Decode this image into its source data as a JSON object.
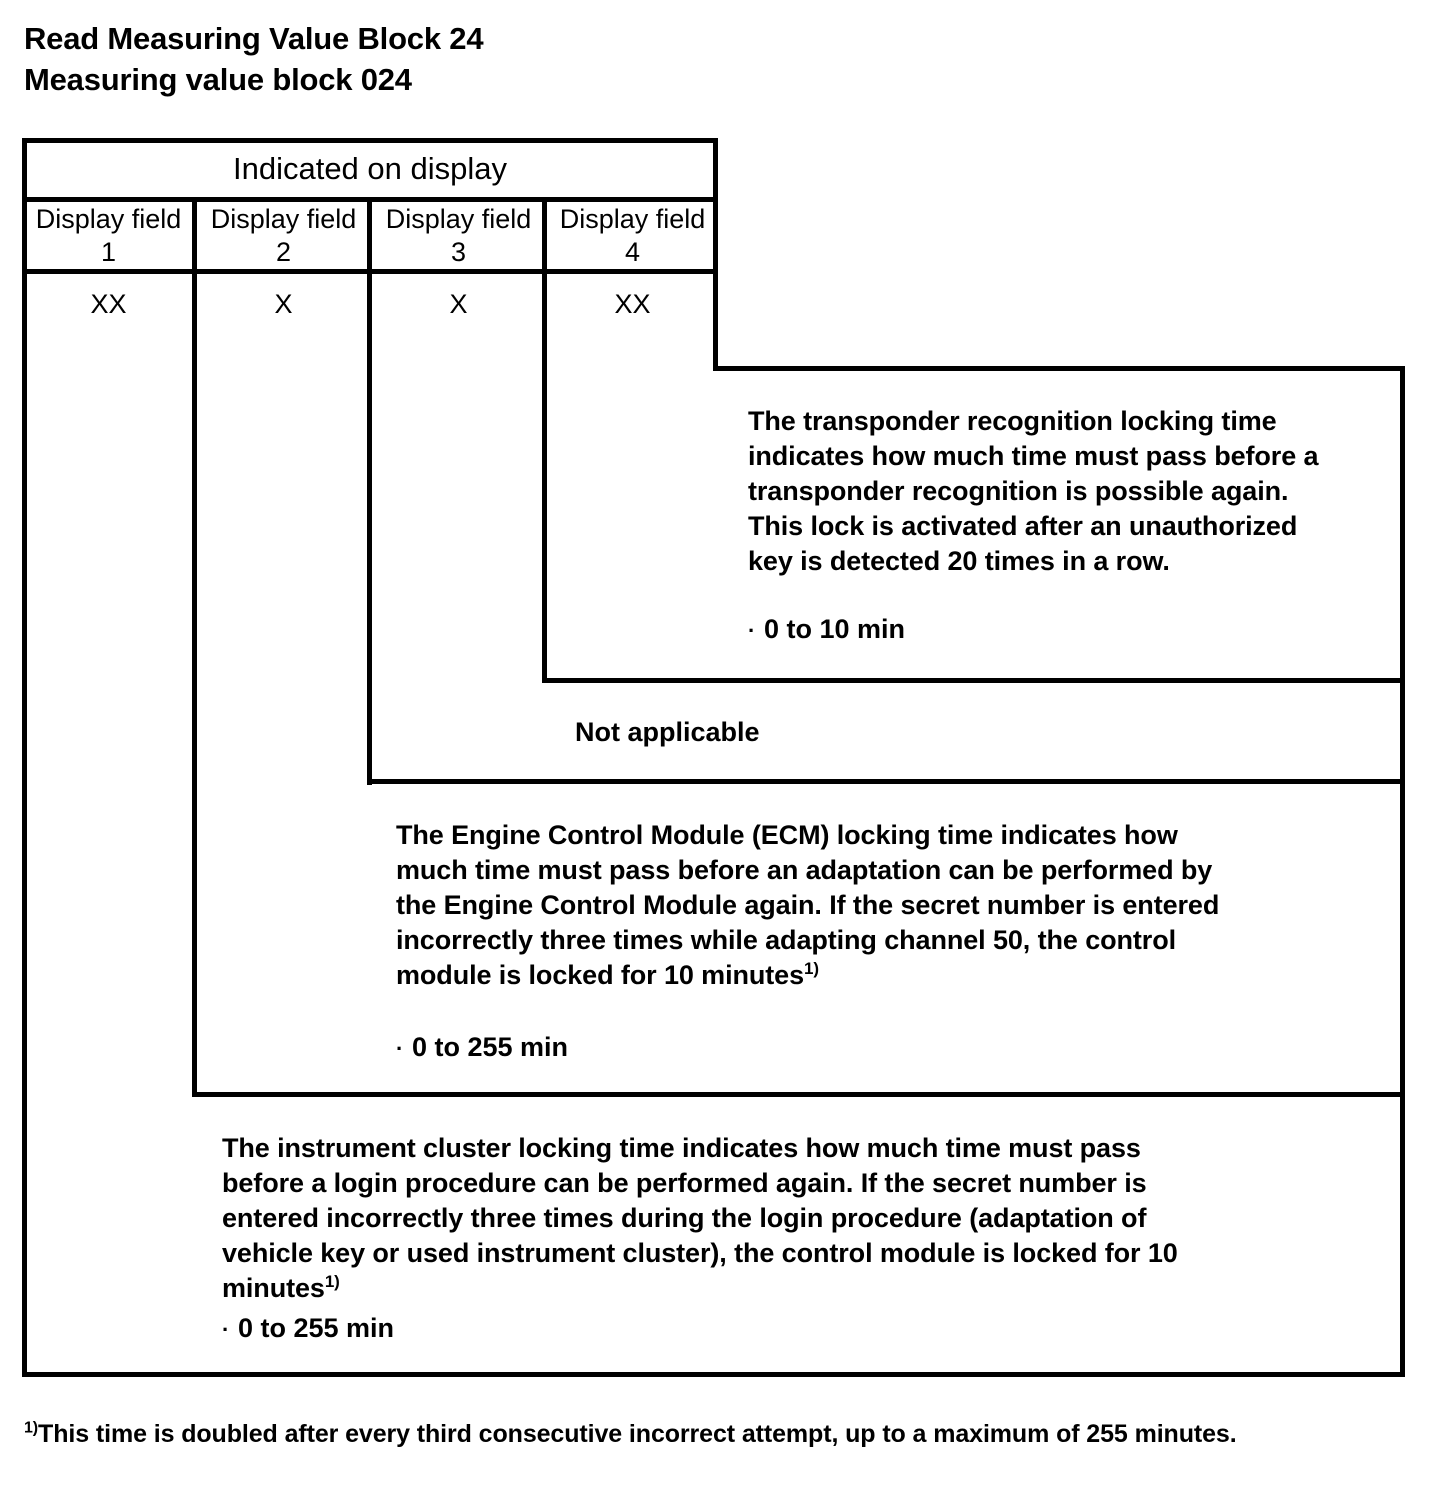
{
  "document": {
    "title_lines": [
      "Read Measuring Value Block 24",
      "Measuring value block 024"
    ]
  },
  "table": {
    "banner": "Indicated on display",
    "columns": [
      {
        "label": "Display field",
        "number": "1",
        "value": "XX"
      },
      {
        "label": "Display field",
        "number": "2",
        "value": "X"
      },
      {
        "label": "Display field",
        "number": "3",
        "value": "X"
      },
      {
        "label": "Display field",
        "number": "4",
        "value": "XX"
      }
    ],
    "descriptions": {
      "transponder": {
        "text": "The transponder recognition locking time indicates how much time must pass before a transponder recognition is possible again. This lock is activated after an unauthorized key is detected 20 times in a row.",
        "range": "0 to 10 min",
        "bullet_glyph": "·"
      },
      "not_applicable": {
        "text": "Not applicable"
      },
      "ecm": {
        "text_before_sup": "The Engine Control Module (ECM) locking time indicates how much time must pass before an adaptation can be performed by the Engine Control Module again. If the secret number is entered incorrectly three times while adapting channel 50, the control module is locked for 10 minutes",
        "sup": "1)",
        "range": "0 to 255 min",
        "bullet_glyph": "·"
      },
      "instrument_cluster": {
        "text_before_sup": "The instrument cluster locking time indicates how much time must pass before a login procedure can be performed again. If the secret number is entered incorrectly three times during the login procedure (adaptation of vehicle key or used instrument cluster), the control module is locked for 10 minutes",
        "sup": "1)",
        "range": "0 to 255 min",
        "bullet_glyph": "·"
      }
    }
  },
  "footnote": {
    "sup": "1)",
    "text": "This time is doubled after every third consecutive incorrect attempt, up to a maximum of 255 minutes."
  },
  "colors": {
    "ink": "#000000",
    "paper": "#ffffff"
  }
}
